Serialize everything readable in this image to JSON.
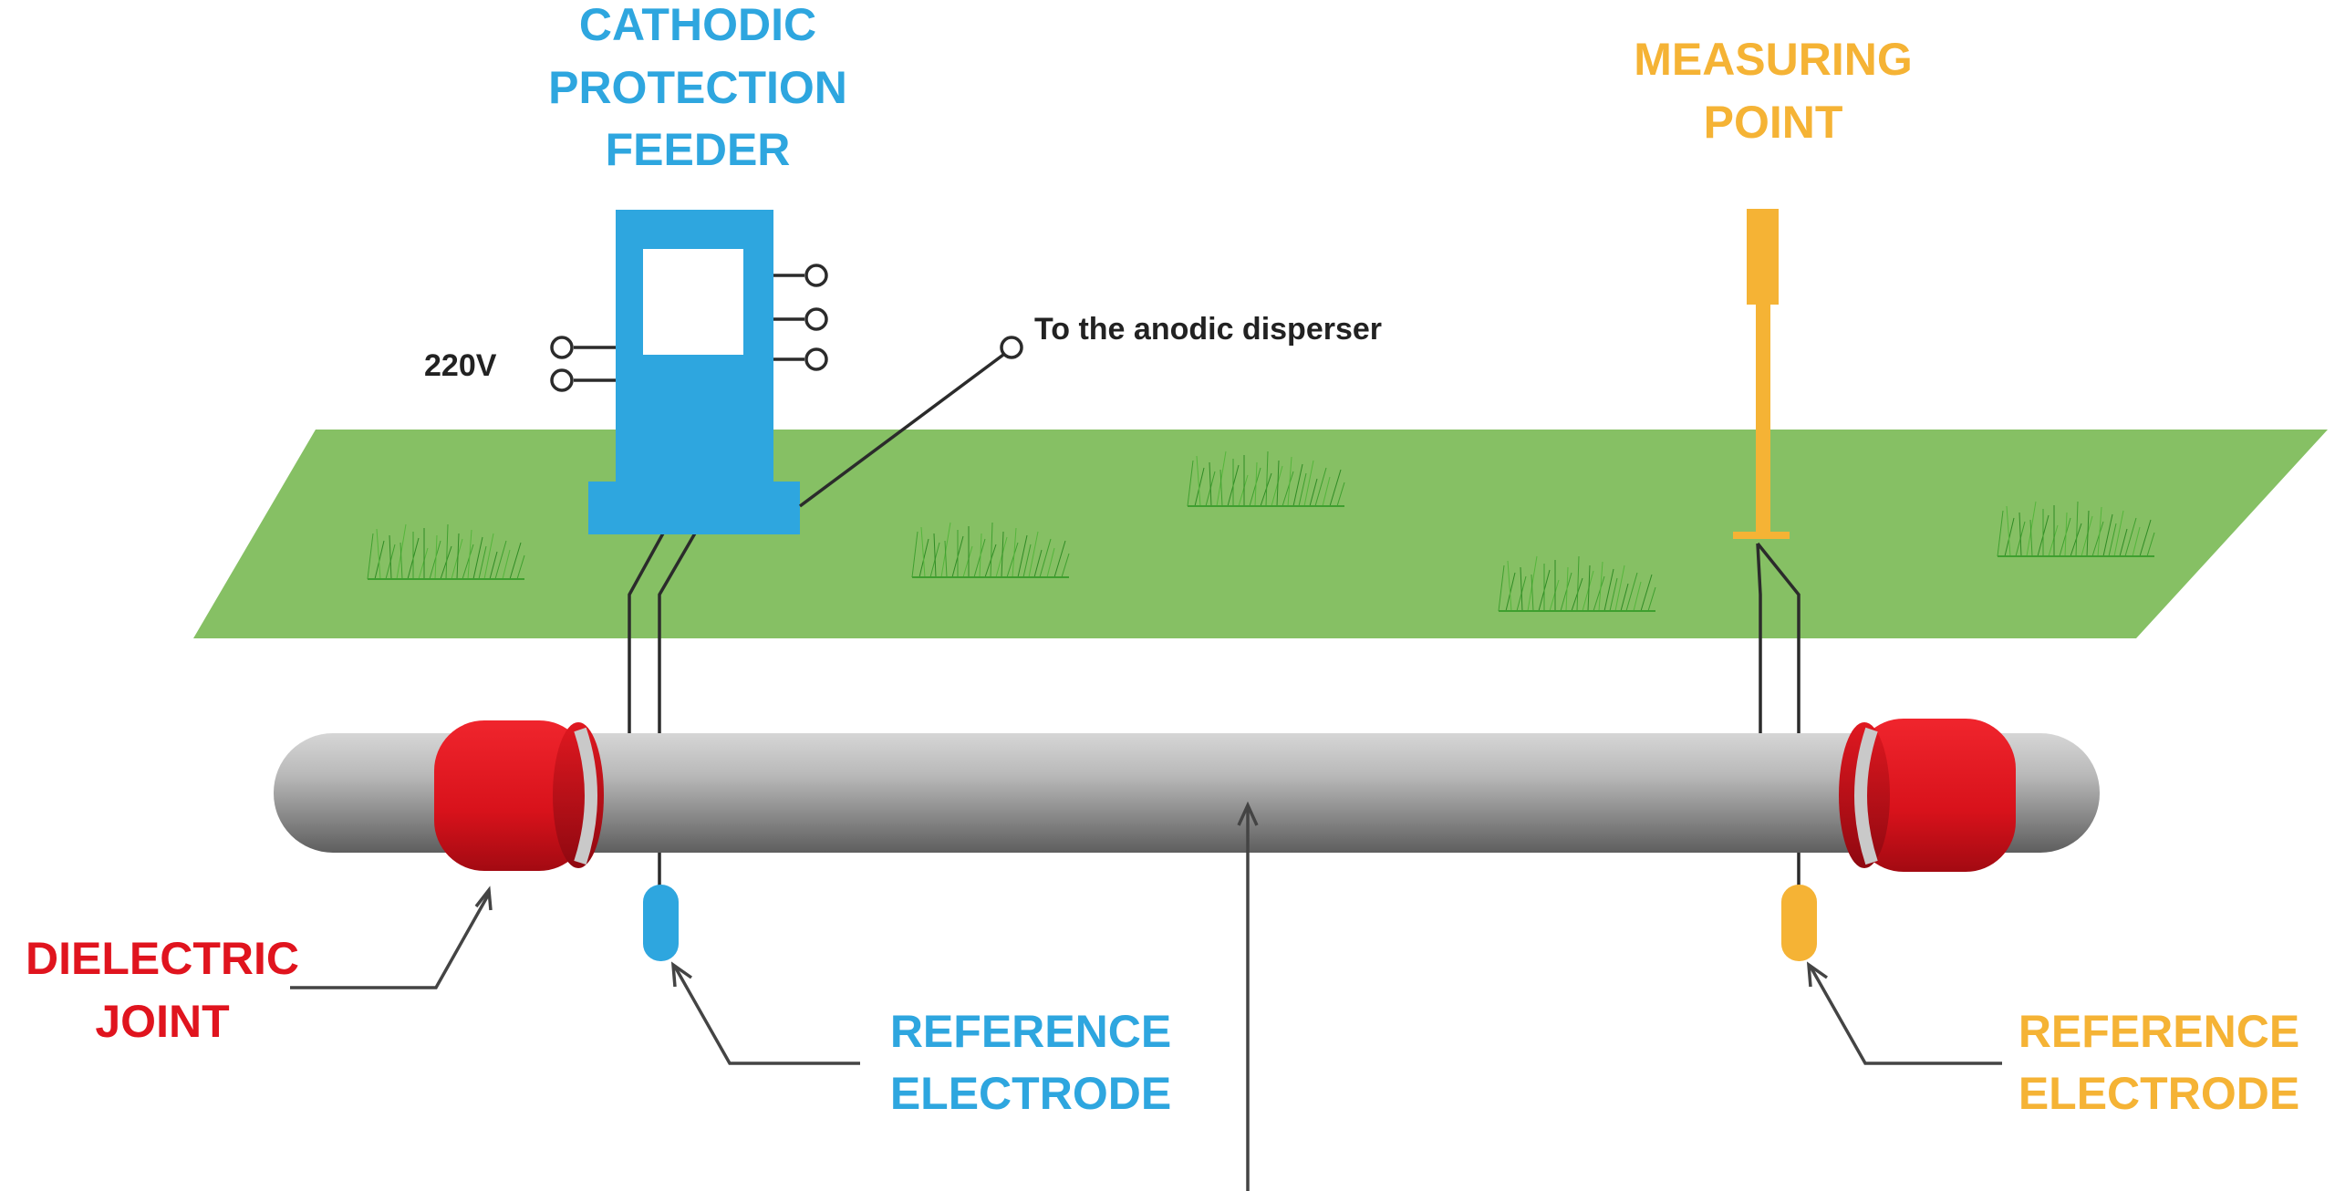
{
  "labels": {
    "feeder_line1": "CATHODIC",
    "feeder_line2": "PROTECTION",
    "feeder_line3": "FEEDER",
    "measuring_line1": "MEASURING",
    "measuring_line2": "POINT",
    "voltage": "220V",
    "anodic": "To the anodic disperser",
    "dielectric_line1": "DIELECTRIC",
    "dielectric_line2": "JOINT",
    "ref_left_line1": "REFERENCE",
    "ref_left_line2": "ELECTRODE",
    "ref_right_line1": "REFERENCE",
    "ref_right_line2": "ELECTRODE"
  },
  "colors": {
    "feeder_blue": "#2ea6df",
    "measuring_orange": "#f5b335",
    "joint_red": "#e0141e",
    "ground_green": "#86c064",
    "grass_green": "#3f9f2f",
    "pipe_gray": "#a8a8a8",
    "wire_dark": "#2b2b2b"
  },
  "icons": {
    "feeder": "power-supply-box",
    "measuring_point": "test-post",
    "electrode": "reference-electrode-capsule",
    "joint": "insulating-joint-ring"
  }
}
